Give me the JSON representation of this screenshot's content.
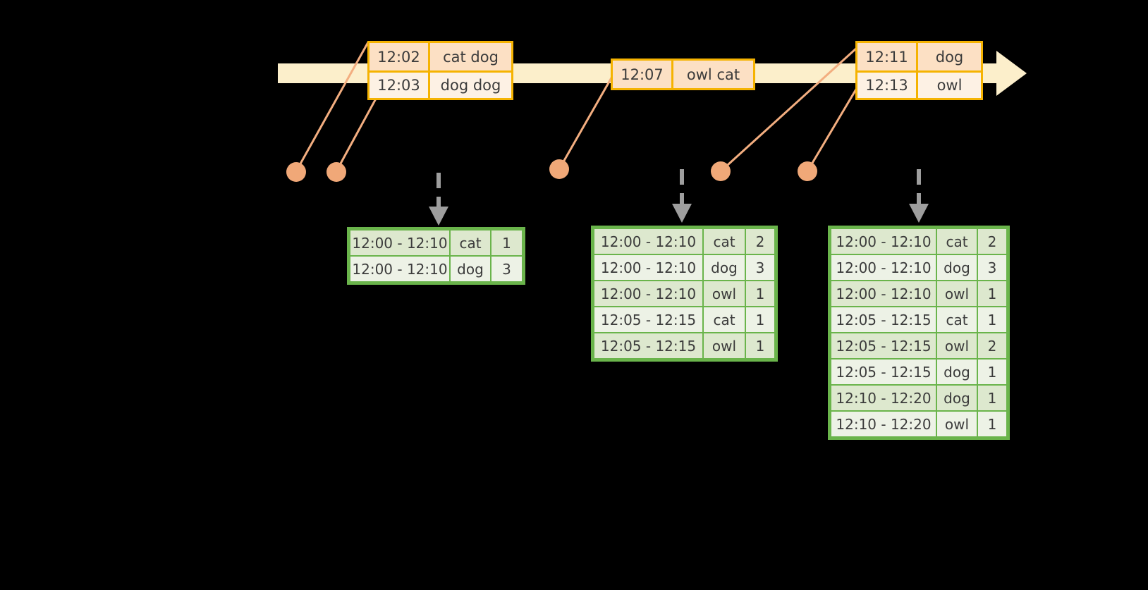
{
  "timeline": {
    "name": "event-stream-timeline",
    "arrow_color": "#FCEFCB",
    "box_border_color": "#F5B301",
    "groups": [
      {
        "id": "group-1",
        "events": [
          {
            "time": "12:02",
            "words": "cat dog"
          },
          {
            "time": "12:03",
            "words": "dog dog"
          }
        ]
      },
      {
        "id": "group-2",
        "events": [
          {
            "time": "12:07",
            "words": "owl cat"
          }
        ]
      },
      {
        "id": "group-3",
        "events": [
          {
            "time": "12:11",
            "words": "dog"
          },
          {
            "time": "12:13",
            "words": "owl"
          }
        ]
      }
    ]
  },
  "markers": {
    "color": "#F0A878",
    "dots": [
      {
        "label": "marker-12-02"
      },
      {
        "label": "marker-12-03"
      },
      {
        "label": "marker-12-07"
      },
      {
        "label": "marker-12-11"
      },
      {
        "label": "marker-12-13"
      }
    ]
  },
  "results": {
    "border_color": "#6AB44B",
    "tables": [
      {
        "id": "result-table-1",
        "rows": [
          {
            "window": "12:00 - 12:10",
            "word": "cat",
            "count": "1"
          },
          {
            "window": "12:00 - 12:10",
            "word": "dog",
            "count": "3"
          }
        ]
      },
      {
        "id": "result-table-2",
        "rows": [
          {
            "window": "12:00 - 12:10",
            "word": "cat",
            "count": "2"
          },
          {
            "window": "12:00 - 12:10",
            "word": "dog",
            "count": "3"
          },
          {
            "window": "12:00 - 12:10",
            "word": "owl",
            "count": "1"
          },
          {
            "window": "12:05 - 12:15",
            "word": "cat",
            "count": "1"
          },
          {
            "window": "12:05 - 12:15",
            "word": "owl",
            "count": "1"
          }
        ]
      },
      {
        "id": "result-table-3",
        "rows": [
          {
            "window": "12:00 - 12:10",
            "word": "cat",
            "count": "2"
          },
          {
            "window": "12:00 - 12:10",
            "word": "dog",
            "count": "3"
          },
          {
            "window": "12:00 - 12:10",
            "word": "owl",
            "count": "1"
          },
          {
            "window": "12:05 - 12:15",
            "word": "cat",
            "count": "1"
          },
          {
            "window": "12:05 - 12:15",
            "word": "owl",
            "count": "2"
          },
          {
            "window": "12:05 - 12:15",
            "word": "dog",
            "count": "1"
          },
          {
            "window": "12:10 - 12:20",
            "word": "dog",
            "count": "1"
          },
          {
            "window": "12:10 - 12:20",
            "word": "owl",
            "count": "1"
          }
        ]
      }
    ]
  }
}
